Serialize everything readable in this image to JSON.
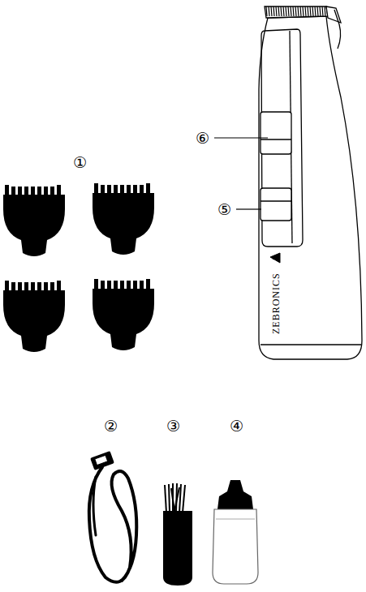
{
  "diagram": {
    "labels": [
      "⑥",
      "①",
      "⑤",
      "ZEBRONICS",
      "②",
      "③",
      "④"
    ]
  }
}
